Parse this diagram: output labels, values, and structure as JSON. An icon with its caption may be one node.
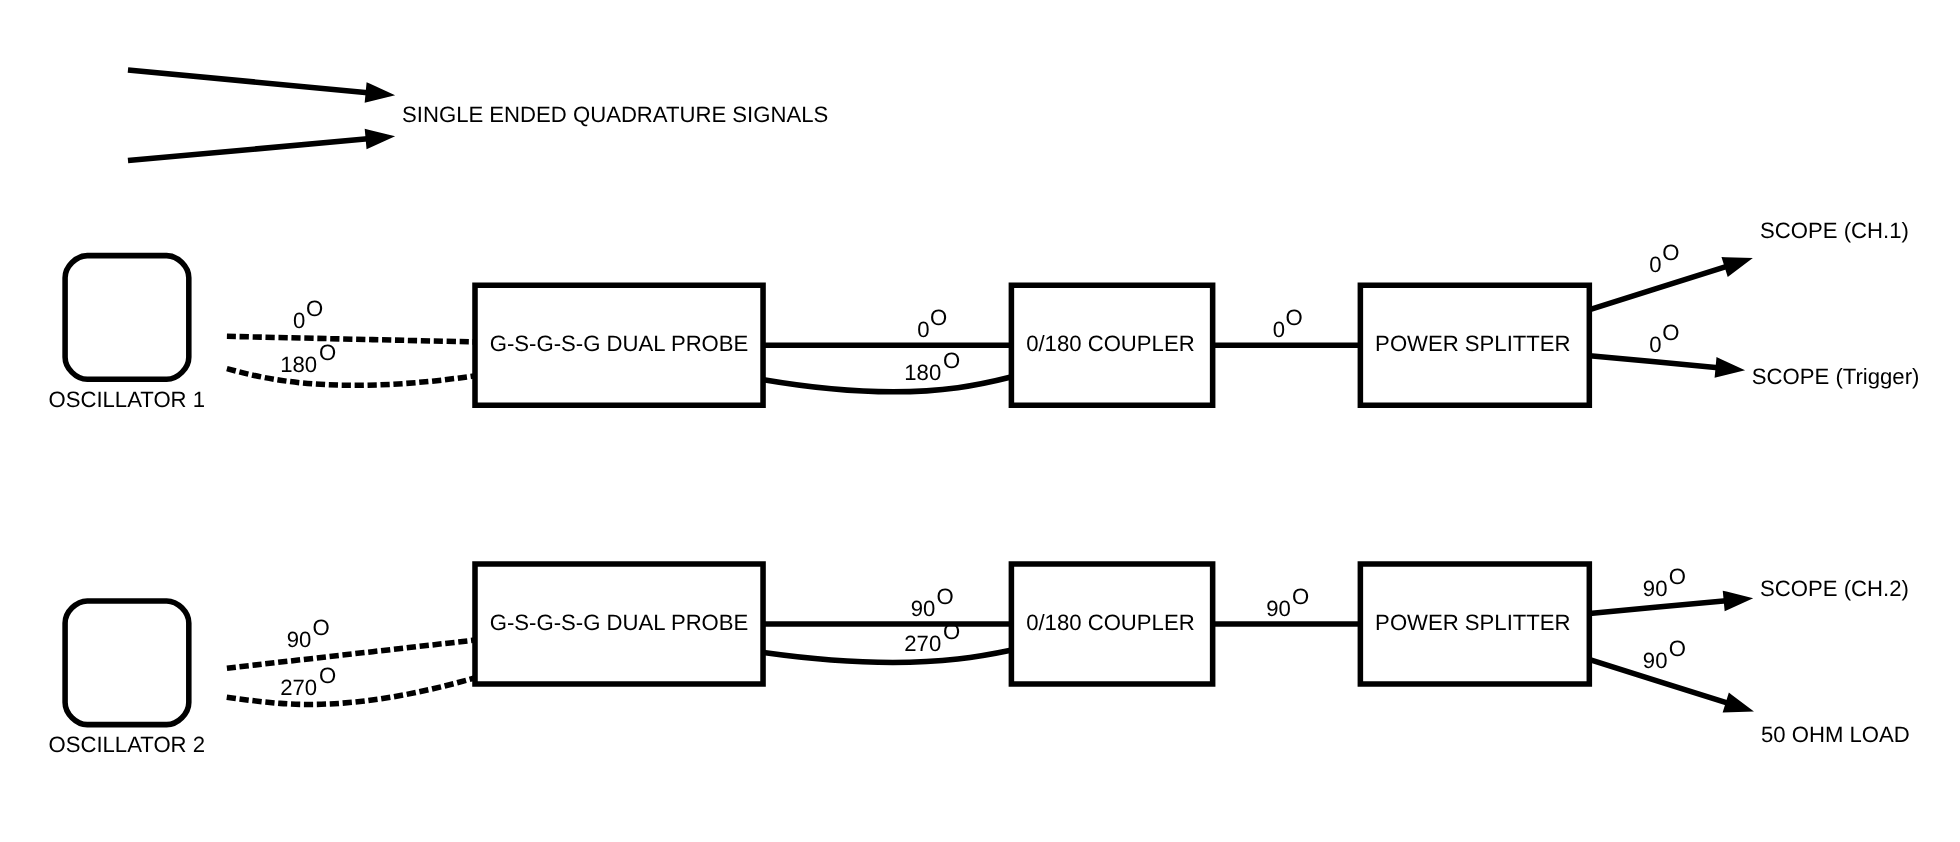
{
  "diagram": {
    "nodes": [
      {
        "text": [
          "OSCILLATOR 1"
        ]
      },
      {
        "text": [
          "G-S-G-S-G DUAL PROBE"
        ]
      },
      {
        "text": [
          "0/180 COUPLER"
        ]
      },
      {
        "text": [
          "POWER SPLITTER"
        ]
      },
      {
        "text": [
          "SCOPE (CH.1)"
        ]
      },
      {
        "text": [
          "SCOPE (Trigger)"
        ]
      },
      {
        "text": [
          "SINGLE ENDED QUADRATURE SIGNALS"
        ]
      },
      {
        "text": [
          "OSCILLATOR 2"
        ]
      },
      {
        "text": [
          "G-S-G-S-G DUAL PROBE"
        ]
      },
      {
        "text": [
          "0/180 COUPLER"
        ]
      },
      {
        "text": [
          "POWER SPLITTER"
        ]
      },
      {
        "text": [
          "SCOPE (CH.2)"
        ]
      },
      {
        "text": [
          "50 OHM LOAD"
        ]
      }
    ],
    "edges": [
      {
        "from": 0,
        "to": 1,
        "arrow": "none",
        "style": "dashed",
        "label": "0$^{O}$"
      },
      {
        "from": 0,
        "to": 1,
        "arrow": "none",
        "style": "dashed",
        "label": "180$^{O}$"
      },
      {
        "from": 1,
        "to": 2,
        "arrow": "none",
        "label": "0$^{O}$"
      },
      {
        "from": 1,
        "to": 2,
        "arrow": "none",
        "label": "180$^{O}$"
      },
      {
        "from": 2,
        "to": 3,
        "arrow": "none",
        "label": "0$^{O}$"
      },
      {
        "from": 3,
        "to": 4,
        "arrow": "to",
        "label": "0$^{O}$"
      },
      {
        "from": 3,
        "to": 5,
        "arrow": "to",
        "label": "0$^{O}$"
      },
      {
        "from": null,
        "to": 6,
        "arrow": "to"
      },
      {
        "from": null,
        "to": 6,
        "arrow": "to"
      },
      {
        "from": 7,
        "to": 8,
        "arrow": "none",
        "style": "dashed",
        "label": "90$^{O}$"
      },
      {
        "from": 7,
        "to": 8,
        "arrow": "none",
        "style": "dashed",
        "label": "270$^{O}$"
      },
      {
        "from": 8,
        "to": 9,
        "arrow": "none",
        "label": "90$^{O}$"
      },
      {
        "from": 8,
        "to": 9,
        "arrow": "none",
        "label": "270$^{O}$"
      },
      {
        "from": 9,
        "to": 10,
        "arrow": "none",
        "label": "90$^{O}$"
      },
      {
        "from": 10,
        "to": 11,
        "arrow": "to",
        "label": "90$^{O}$"
      },
      {
        "from": 10,
        "to": 12,
        "arrow": "to",
        "label": "90$^{O}$"
      }
    ]
  }
}
